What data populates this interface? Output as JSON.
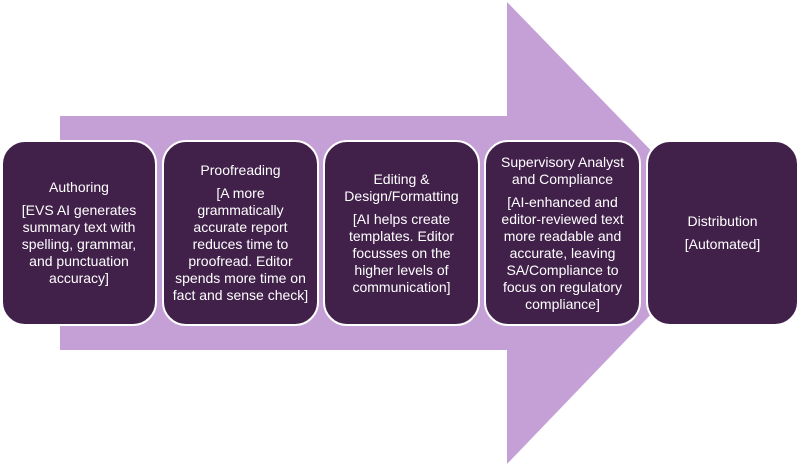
{
  "colors": {
    "arrow": "#c5a0d6",
    "box": "#41204a",
    "text": "#ffffff",
    "border": "#ffffff"
  },
  "stages": [
    {
      "title": "Authoring",
      "detail": "[EVS AI generates\nsummary text with\nspelling, grammar,\nand punctuation\naccuracy]"
    },
    {
      "title": "Proofreading",
      "detail": "[A more\ngrammatically\naccurate report\nreduces time to\nproofread. Editor\nspends more time on\nfact and sense check]"
    },
    {
      "title": "Editing &\nDesign/Formatting",
      "detail": "[AI helps create\ntemplates. Editor\nfocusses on the\nhigher levels of\ncommunication]"
    },
    {
      "title": "Supervisory Analyst\nand Compliance",
      "detail": "[AI-enhanced and\neditor-reviewed text\nmore readable and\naccurate, leaving\nSA/Compliance to\nfocus on regulatory\ncompliance]"
    },
    {
      "title": "Distribution",
      "detail": "[Automated]"
    }
  ]
}
